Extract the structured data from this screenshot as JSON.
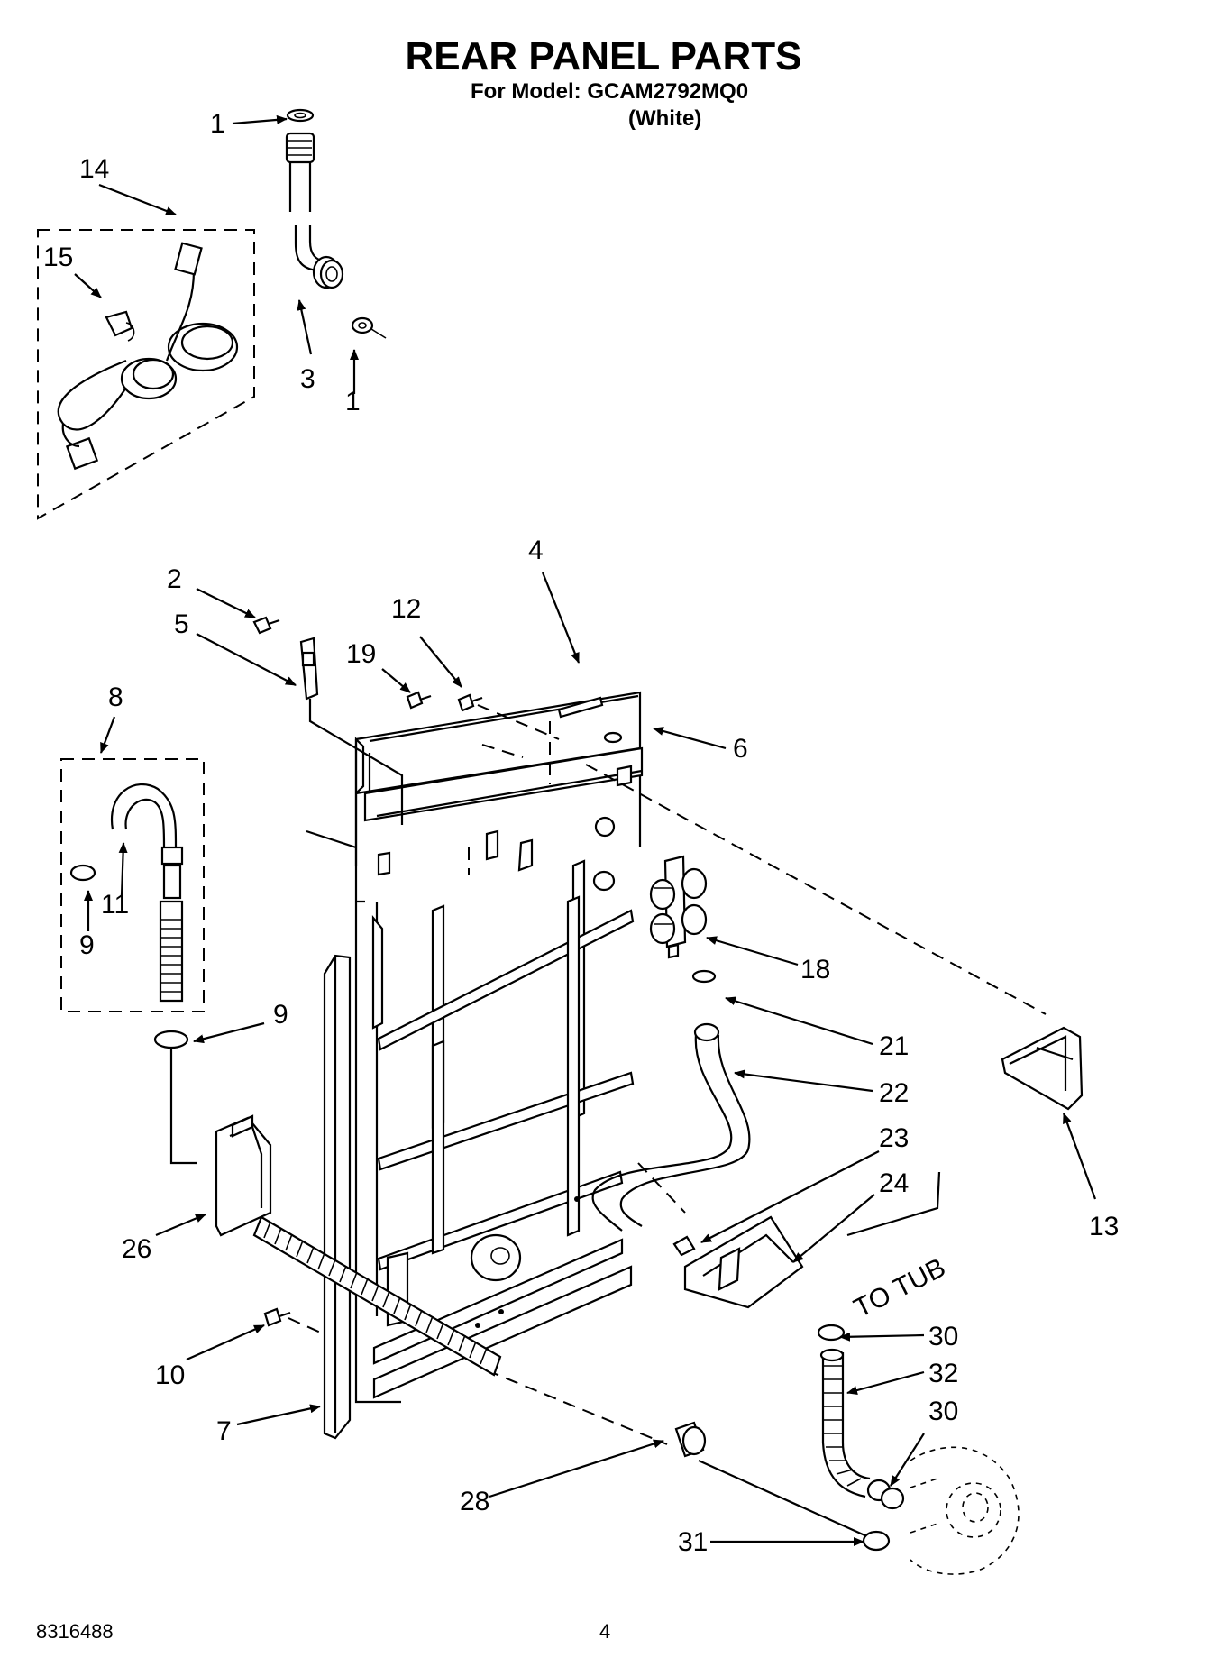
{
  "header": {
    "title": "REAR PANEL PARTS",
    "model_line": "For Model: GCAM2792MQ0",
    "color_line": "(White)"
  },
  "footer": {
    "doc_number": "8316488",
    "page_number": "4"
  },
  "annotation": {
    "to_tub": "TO TUB"
  },
  "callouts": [
    "1",
    "1",
    "3",
    "14",
    "15",
    "2",
    "5",
    "4",
    "12",
    "19",
    "6",
    "8",
    "11",
    "9",
    "18",
    "9",
    "21",
    "22",
    "23",
    "24",
    "13",
    "26",
    "10",
    "7",
    "30",
    "32",
    "30",
    "28",
    "31"
  ]
}
